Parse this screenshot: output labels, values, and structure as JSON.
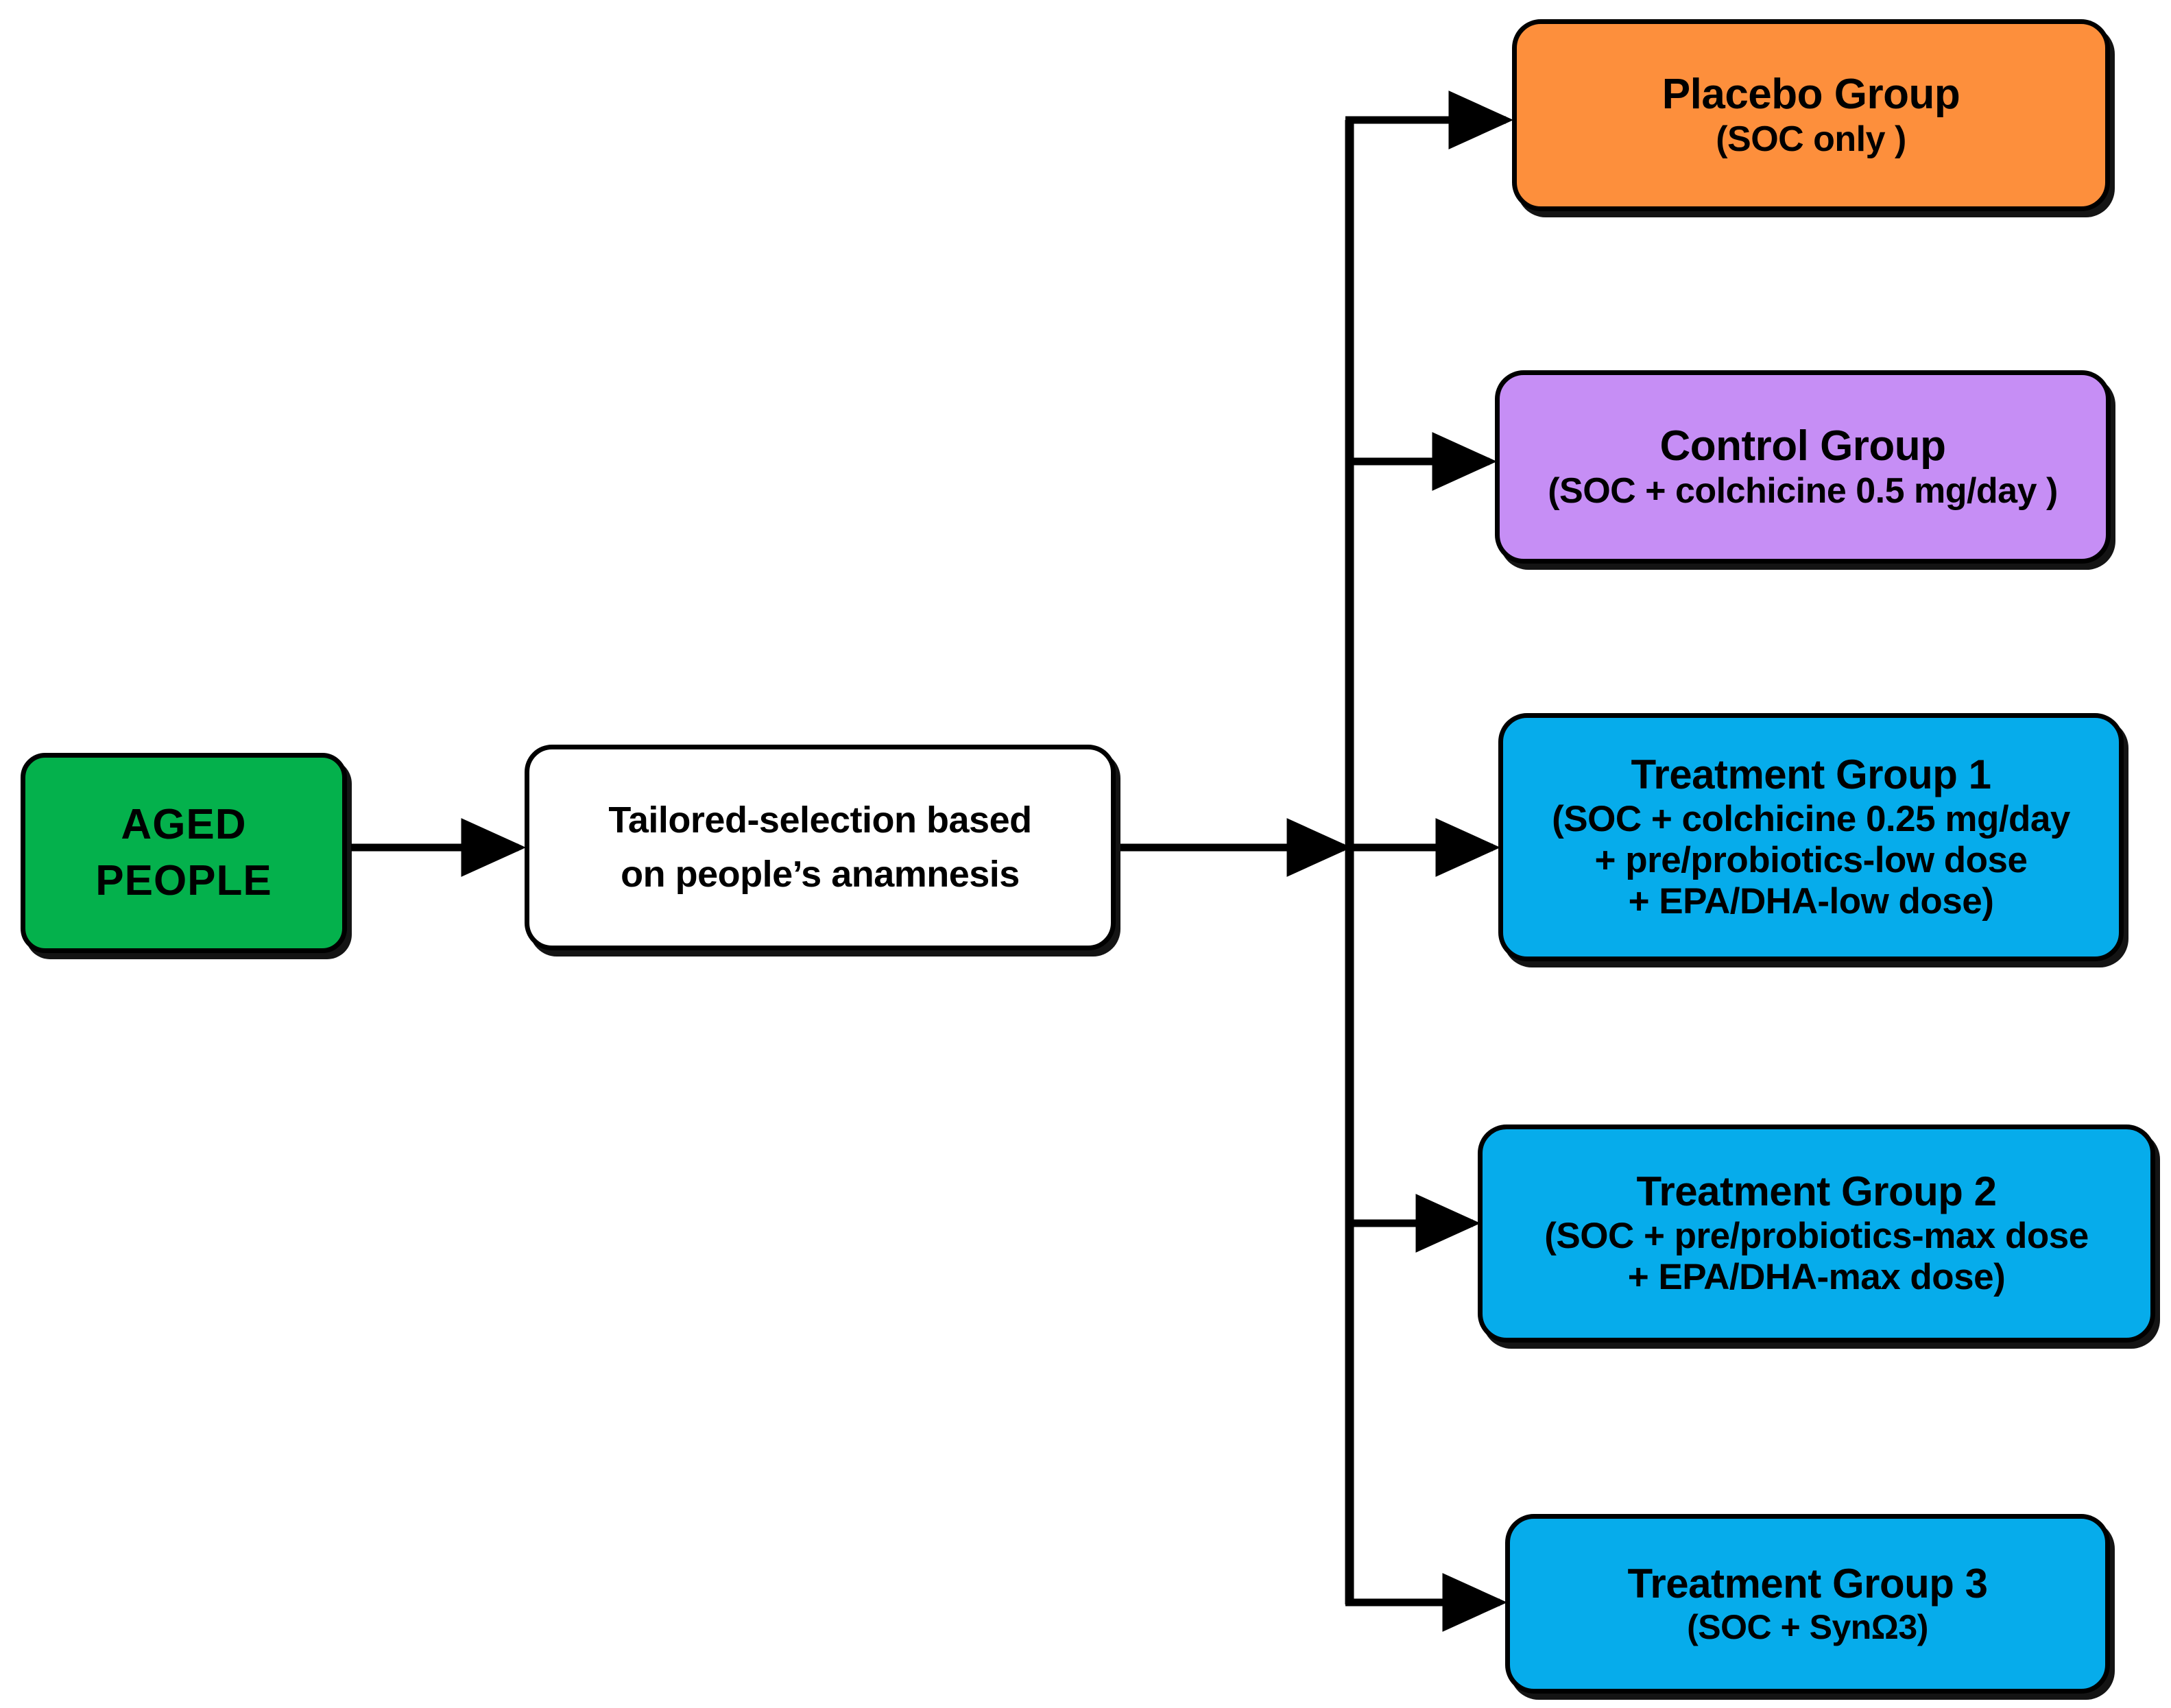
{
  "diagram": {
    "type": "flowchart",
    "orientation": "left-to-right with vertical branch trunk",
    "background_color": "#FFFFFF",
    "line_color": "#000000"
  },
  "nodes": {
    "aged_people": {
      "title": "AGED\nPEOPLE",
      "title_line1": "AGED",
      "title_line2": "PEOPLE",
      "fill_color": "#04B14C",
      "shape": "rounded-rectangle"
    },
    "tailored_selection": {
      "title_line1": "Tailored-selection based",
      "title_line2": "on people’s anamnesis",
      "fill_color": "#FFFFFF",
      "shape": "rounded-rectangle"
    },
    "placebo_group": {
      "title": "Placebo Group",
      "subtitle_lines": [
        "(SOC only )"
      ],
      "fill_color": "#FD8F3C",
      "shape": "rounded-rectangle"
    },
    "control_group": {
      "title": "Control Group",
      "subtitle_lines": [
        "(SOC + colchicine 0.5 mg/day  )"
      ],
      "fill_color": "#C68EF5",
      "shape": "rounded-rectangle"
    },
    "treatment_group_1": {
      "title": "Treatment Group 1",
      "subtitle_lines": [
        "(SOC + colchicine 0.25 mg/day",
        "+ pre/probiotics-low dose",
        "+ EPA/DHA-low dose)"
      ],
      "fill_color": "#06ACEB",
      "shape": "rounded-rectangle"
    },
    "treatment_group_2": {
      "title": "Treatment Group 2",
      "subtitle_lines": [
        "(SOC + pre/probiotics-max dose",
        "+ EPA/DHA-max dose)"
      ],
      "fill_color": "#06ACEB",
      "shape": "rounded-rectangle"
    },
    "treatment_group_3": {
      "title": "Treatment Group 3",
      "subtitle_lines": [
        "(SOC + SynΩ3)"
      ],
      "fill_color": "#06ACEB",
      "shape": "rounded-rectangle"
    }
  },
  "edges": [
    {
      "id": "aged-to-tailored",
      "from": "aged_people",
      "to": "tailored_selection",
      "style": "straight-arrow"
    },
    {
      "id": "tailored-to-trunk",
      "from": "tailored_selection",
      "to": "branch_trunk",
      "style": "straight-arrow"
    },
    {
      "id": "trunk-to-placebo",
      "from": "branch_trunk",
      "to": "placebo_group",
      "style": "elbow-arrow"
    },
    {
      "id": "trunk-to-control",
      "from": "branch_trunk",
      "to": "control_group",
      "style": "elbow-arrow"
    },
    {
      "id": "trunk-to-tg1",
      "from": "branch_trunk",
      "to": "treatment_group_1",
      "style": "elbow-arrow"
    },
    {
      "id": "trunk-to-tg2",
      "from": "branch_trunk",
      "to": "treatment_group_2",
      "style": "elbow-arrow"
    },
    {
      "id": "trunk-to-tg3",
      "from": "branch_trunk",
      "to": "treatment_group_3",
      "style": "elbow-arrow"
    }
  ]
}
